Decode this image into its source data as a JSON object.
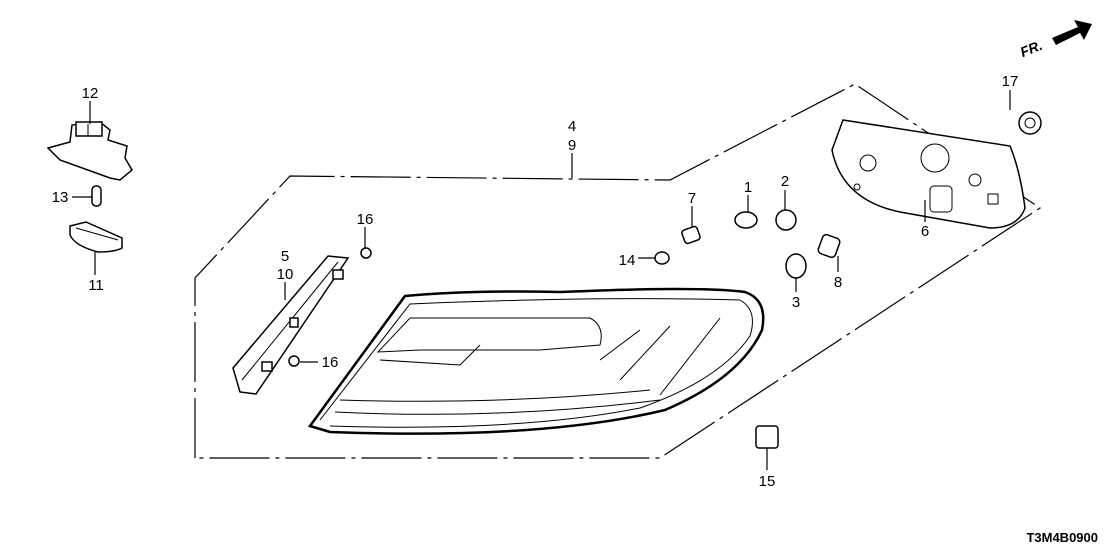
{
  "diagram": {
    "code": "T3M4B0900",
    "direction_label": "FR.",
    "callouts": {
      "p1": "1",
      "p2": "2",
      "p3": "3",
      "p4": "4",
      "p5": "5",
      "p6": "6",
      "p7": "7",
      "p8": "8",
      "p9": "9",
      "p10": "10",
      "p11": "11",
      "p12": "12",
      "p13": "13",
      "p14": "14",
      "p15": "15",
      "p16a": "16",
      "p16b": "16",
      "p17": "17"
    }
  }
}
